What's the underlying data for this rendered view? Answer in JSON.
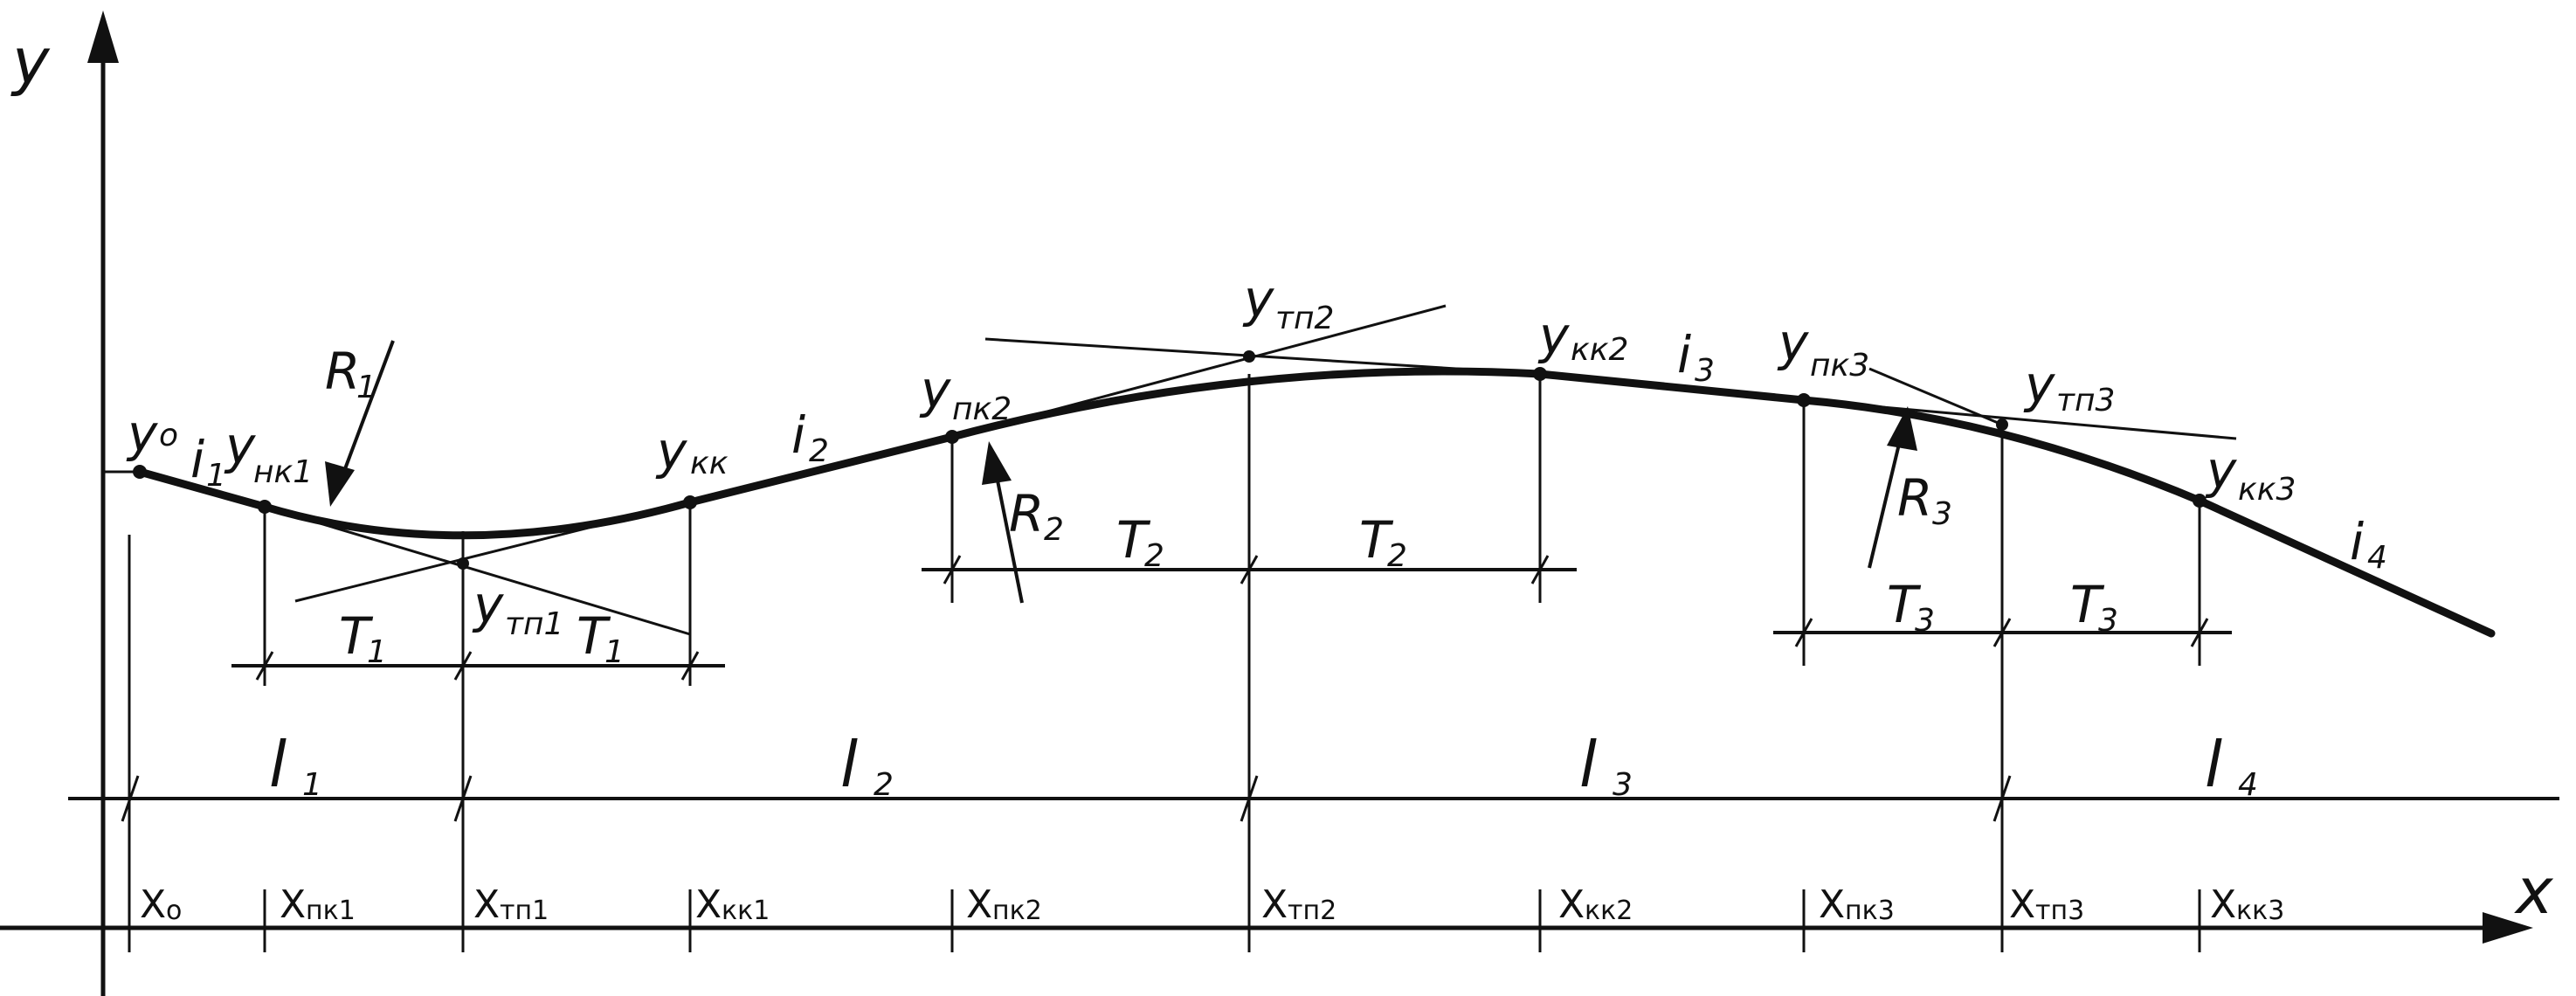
{
  "axes": {
    "y_label": "y",
    "x_label": "x"
  },
  "profile_points": {
    "y0": {
      "main": "y",
      "sub": "o"
    },
    "ynk1": {
      "main": "y",
      "sub": "нк1"
    },
    "ykk": {
      "main": "y",
      "sub": "кк"
    },
    "ytp1": {
      "main": "y",
      "sub": "тп1"
    },
    "ynk2": {
      "main": "y",
      "sub": "пк2"
    },
    "ytp2": {
      "main": "y",
      "sub": "тп2"
    },
    "ykk2": {
      "main": "y",
      "sub": "кк2"
    },
    "ynk3": {
      "main": "y",
      "sub": "пк3"
    },
    "ytp3": {
      "main": "y",
      "sub": "тп3"
    },
    "ykk3": {
      "main": "y",
      "sub": "кк3"
    }
  },
  "slopes": {
    "i1": {
      "main": "i",
      "sub": "1"
    },
    "i2": {
      "main": "i",
      "sub": "2"
    },
    "i3": {
      "main": "i",
      "sub": "3"
    },
    "i4": {
      "main": "i",
      "sub": "4"
    }
  },
  "radii": {
    "R1": {
      "main": "R",
      "sub": "1"
    },
    "R2": {
      "main": "R",
      "sub": "2"
    },
    "R3": {
      "main": "R",
      "sub": "3"
    }
  },
  "tangents": {
    "T1": {
      "main": "T",
      "sub": "1"
    },
    "T2": {
      "main": "T",
      "sub": "2"
    },
    "T3": {
      "main": "T",
      "sub": "3"
    }
  },
  "lengths": {
    "l1": {
      "main": "l",
      "sub": "1"
    },
    "l2": {
      "main": "l",
      "sub": "2"
    },
    "l3": {
      "main": "l",
      "sub": "3"
    },
    "l4": {
      "main": "l",
      "sub": "4"
    }
  },
  "x_stations": {
    "x0": {
      "main": "X",
      "sub": "o"
    },
    "xnk1": {
      "main": "X",
      "sub": "пк1"
    },
    "xtp1": {
      "main": "X",
      "sub": "тп1"
    },
    "xkk1": {
      "main": "X",
      "sub": "кк1"
    },
    "xnk2": {
      "main": "X",
      "sub": "пк2"
    },
    "xtp2": {
      "main": "X",
      "sub": "тп2"
    },
    "xkk2": {
      "main": "X",
      "sub": "кк2"
    },
    "xnk3": {
      "main": "X",
      "sub": "пк3"
    },
    "xtp3": {
      "main": "X",
      "sub": "тп3"
    },
    "xkk3": {
      "main": "X",
      "sub": "кк3"
    }
  }
}
